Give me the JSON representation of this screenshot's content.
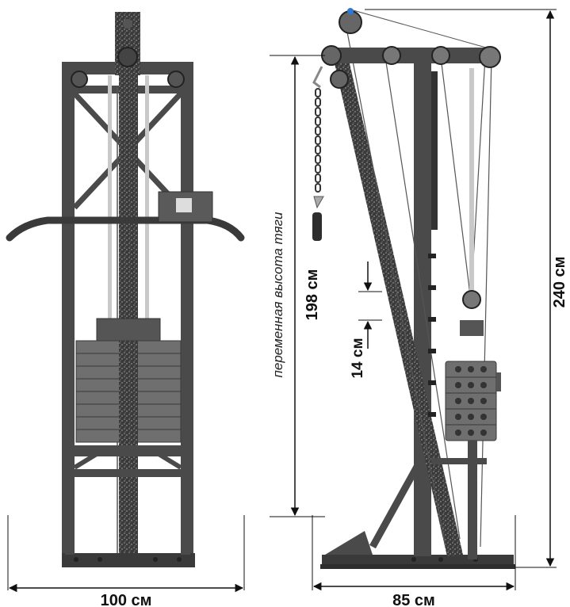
{
  "labels": {
    "front_width": "100 см",
    "side_depth": "85 см",
    "total_height": "240 см",
    "pull_height": "198 см",
    "step": "14 см",
    "variable_pull_height": "переменная высота тяги"
  },
  "colors": {
    "frame": "#4a4a4a",
    "frame_dark": "#2e2e2e",
    "plates": "#6f6f6f",
    "rod": "#c9c9c9",
    "cable": "#555555",
    "dimension": "#111111"
  }
}
